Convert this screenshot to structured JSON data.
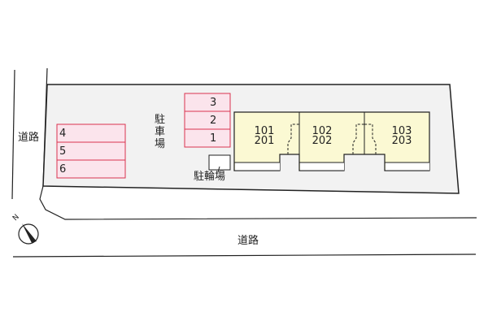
{
  "roads": {
    "left": "道路",
    "bottom": "道路"
  },
  "parking": {
    "label": [
      "駐",
      "車",
      "場"
    ],
    "spaces_right": [
      "3",
      "2",
      "1"
    ],
    "spaces_left": [
      "4",
      "5",
      "6"
    ]
  },
  "bicycle_parking": {
    "label": "駐輪場"
  },
  "units": [
    {
      "lower": "101",
      "upper": "201"
    },
    {
      "lower": "102",
      "upper": "202"
    },
    {
      "lower": "103",
      "upper": "203"
    }
  ],
  "compass": {
    "label": "N"
  },
  "colors": {
    "lot": "#f2f2f2",
    "parking_fill": "#fbe4ec",
    "parking_stroke": "#d9334f",
    "building": "#fbf9d3"
  }
}
